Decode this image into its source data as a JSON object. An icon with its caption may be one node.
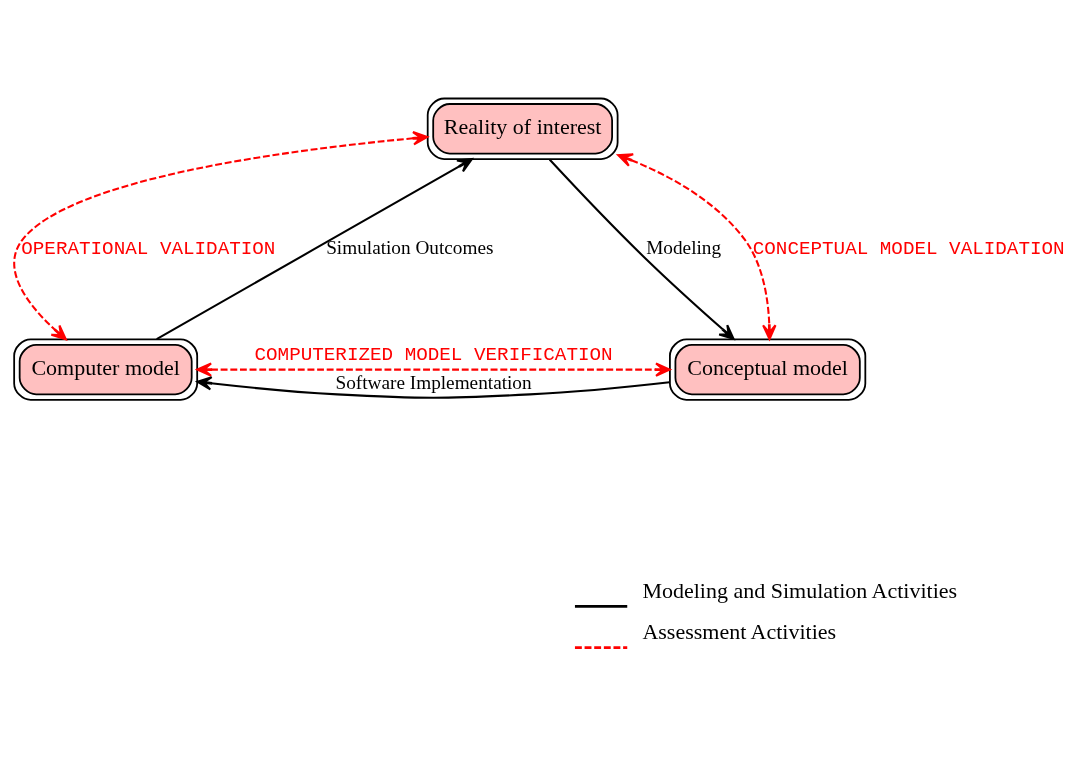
{
  "diagram": {
    "nodes": [
      {
        "text": [
          "Reality of interest"
        ]
      },
      {
        "text": [
          "Computer model"
        ]
      },
      {
        "text": [
          "Conceptual model"
        ]
      }
    ],
    "edges": [
      {
        "from": 1,
        "to": 0,
        "arrow": "to",
        "label": "Simulation Outcomes"
      },
      {
        "from": 0,
        "to": 2,
        "arrow": "to",
        "label": "Modeling"
      },
      {
        "from": 2,
        "to": 1,
        "arrow": "to",
        "label": "Software Implementation"
      },
      {
        "from": 0,
        "to": 1,
        "arrow": "both",
        "label": "OPERATIONAL VALIDATION",
        "style": "dashed",
        "color": "#ff0000"
      },
      {
        "from": 0,
        "to": 2,
        "arrow": "both",
        "label": "CONCEPTUAL MODEL VALIDATION",
        "style": "dashed",
        "color": "#ff0000"
      },
      {
        "from": 1,
        "to": 2,
        "arrow": "both",
        "label": "COMPUTERIZED MODEL VERIFICATION",
        "style": "dashed",
        "color": "#ff0000"
      }
    ],
    "legend": [
      {
        "text": "Modeling and Simulation Activities"
      },
      {
        "text": "Assessment Activities"
      }
    ]
  }
}
